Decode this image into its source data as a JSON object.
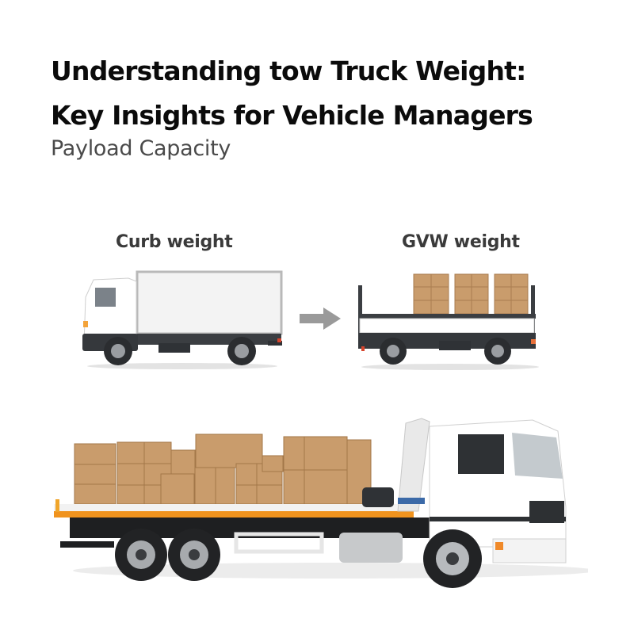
{
  "header": {
    "title_line1": "Understanding tow Truck Weight:",
    "title_line2": "Key Insights for Vehicle Managers",
    "subtitle": "Payload Capacity"
  },
  "comparison": {
    "left_label": "Curb weight",
    "right_label": "GVW weight",
    "arrow": "right-arrow"
  },
  "colors": {
    "text_primary": "#0b0b0b",
    "text_secondary": "#4a4a4a",
    "box_cardboard": "#c89a6a",
    "accent_orange": "#f0931e",
    "truck_body": "#ffffff",
    "chassis_dark": "#2f3236"
  }
}
